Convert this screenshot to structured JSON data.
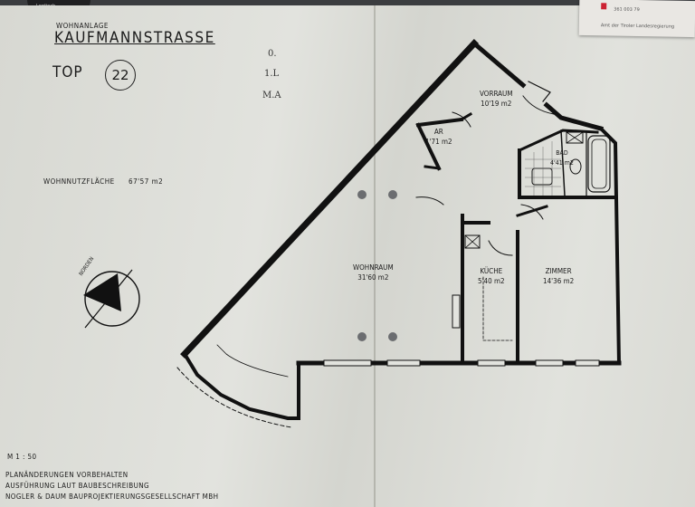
{
  "header": {
    "project_label": "WOHNANLAGE",
    "project_name": "KAUFMANNSTRASSE",
    "unit_label": "TOP",
    "unit_number": "22"
  },
  "handwritten_notes": [
    "0.",
    "1.L",
    "M.A"
  ],
  "area": {
    "label": "WOHNNUTZFLÄCHE",
    "value": "67'57 m2"
  },
  "north_arrow": {
    "label": "NORDEN"
  },
  "rooms": [
    {
      "name": "VORRAUM",
      "area": "10'19 m2"
    },
    {
      "name": "AR",
      "area": "1'71 m2"
    },
    {
      "name": "BAD",
      "area": "4'41 m2"
    },
    {
      "name": "WOHNRAUM",
      "area": "31'60 m2"
    },
    {
      "name": "KÜCHE",
      "area": "5'40 m2"
    },
    {
      "name": "ZIMMER",
      "area": "14'36 m2"
    }
  ],
  "scale": "M  1 : 50",
  "footer": {
    "line1": "PLANÄNDERUNGEN VORBEHALTEN",
    "line2": "AUSFÜHRUNG LAUT BAUBESCHREIBUNG",
    "line3": "NOGLER & DAUM   BAUPROJEKTIERUNGSGESELLSCHAFT MBH"
  },
  "corner_note": {
    "text1": "361 003 79",
    "text2": "Amt der Tiroler Landesregierung"
  },
  "corner_object_label": "Logitech"
}
